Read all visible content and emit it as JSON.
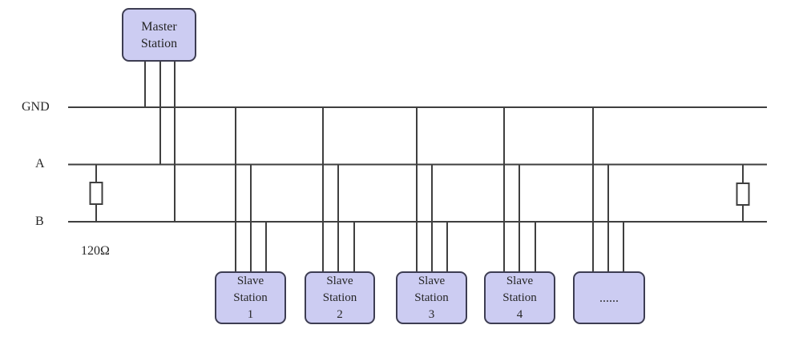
{
  "bus_labels": {
    "gnd": "GND",
    "a": "A",
    "b": "B"
  },
  "terminator": {
    "label": "120Ω"
  },
  "master": {
    "lines": [
      "Master",
      "Station"
    ]
  },
  "slaves": [
    {
      "lines": [
        "Slave",
        "Station",
        "1"
      ]
    },
    {
      "lines": [
        "Slave",
        "Station",
        "2"
      ]
    },
    {
      "lines": [
        "Slave",
        "Station",
        "3"
      ]
    },
    {
      "lines": [
        "Slave",
        "Station",
        "4"
      ]
    },
    {
      "lines": [
        "......"
      ]
    }
  ],
  "colors": {
    "wire": "#3f3f3f",
    "box_fill": "#ccccf2",
    "box_border": "#3d3d52",
    "text": "#262626",
    "background": "#ffffff"
  }
}
